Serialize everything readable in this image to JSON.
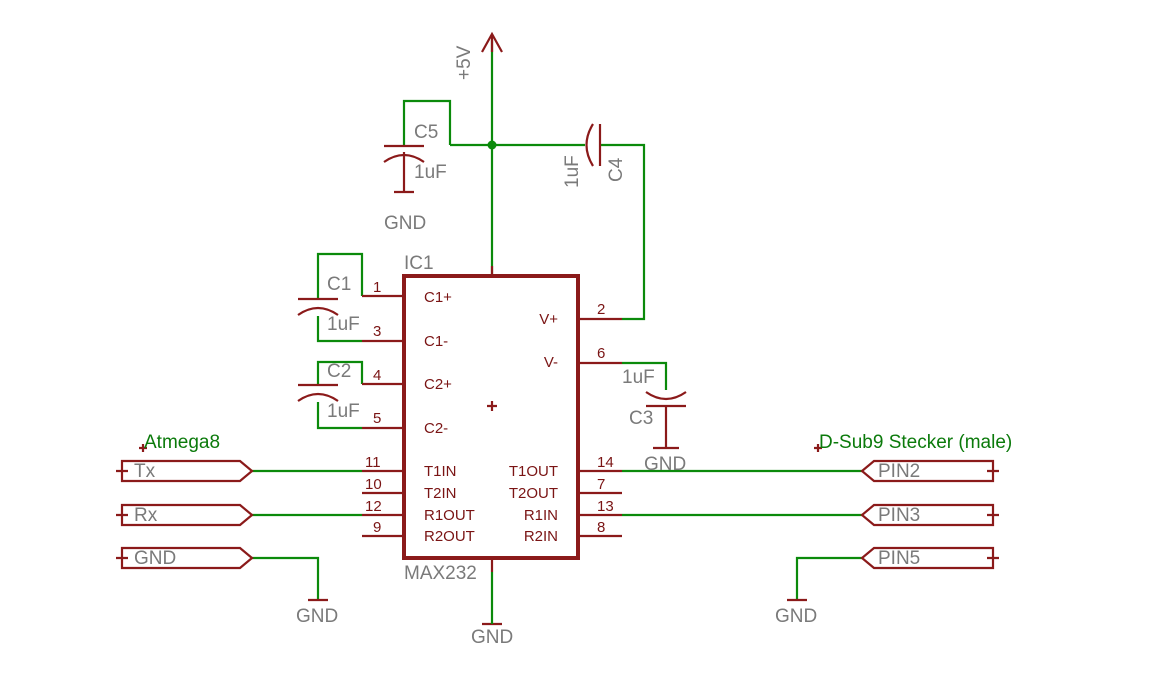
{
  "ic": {
    "ref": "IC1",
    "value": "MAX232",
    "pins_left": [
      {
        "num": "1",
        "name": "C1+"
      },
      {
        "num": "3",
        "name": "C1-"
      },
      {
        "num": "4",
        "name": "C2+"
      },
      {
        "num": "5",
        "name": "C2-"
      },
      {
        "num": "11",
        "name": "T1IN"
      },
      {
        "num": "10",
        "name": "T2IN"
      },
      {
        "num": "12",
        "name": "R1OUT"
      },
      {
        "num": "9",
        "name": "R2OUT"
      }
    ],
    "pins_right": [
      {
        "num": "2",
        "name": "V+"
      },
      {
        "num": "6",
        "name": "V-"
      },
      {
        "num": "14",
        "name": "T1OUT"
      },
      {
        "num": "7",
        "name": "T2OUT"
      },
      {
        "num": "13",
        "name": "R1IN"
      },
      {
        "num": "8",
        "name": "R2IN"
      }
    ]
  },
  "capacitors": {
    "c1": {
      "ref": "C1",
      "value": "1uF"
    },
    "c2": {
      "ref": "C2",
      "value": "1uF"
    },
    "c3": {
      "ref": "C3",
      "value": "1uF"
    },
    "c4": {
      "ref": "C4",
      "value": "1uF"
    },
    "c5": {
      "ref": "C5",
      "value": "1uF"
    }
  },
  "supply": {
    "label": "+5V"
  },
  "gnd_label": "GND",
  "left_connector": {
    "title": "Atmega8",
    "pins": [
      "Tx",
      "Rx",
      "GND"
    ]
  },
  "right_connector": {
    "title": "D-Sub9 Stecker (male)",
    "pins": [
      "PIN2",
      "PIN3",
      "PIN5"
    ]
  },
  "colors": {
    "wire": "#0b8a0b",
    "part": "#8b1a1a",
    "label": "#7a7a7a"
  }
}
